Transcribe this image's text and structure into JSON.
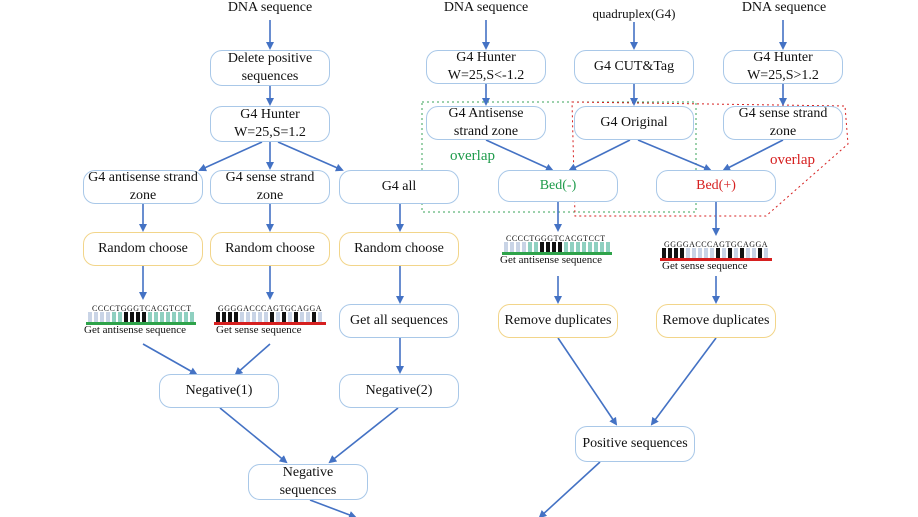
{
  "left": {
    "top_text": "DNA sequence",
    "delete_positive": "Delete positive sequences",
    "g4_hunter": "G4 Hunter W=25,S=1.2",
    "antisense_zone": "G4 antisense strand zone",
    "sense_zone": "G4 sense strand zone",
    "g4_all": "G4 all",
    "random_choose_1": "Random choose",
    "random_choose_2": "Random choose",
    "random_choose_3": "Random choose",
    "antisense_seq": {
      "letters": "CCCCTGGGTCACGTCCT",
      "caption": "Get antisense sequence"
    },
    "sense_seq": {
      "letters": "GGGGACCCAGTGCAGGA",
      "caption": "Get sense sequence"
    },
    "get_all": "Get all sequences",
    "negative_1": "Negative(1)",
    "negative_2": "Negative(2)",
    "negative": "Negative sequences"
  },
  "right": {
    "top_left_text": "DNA sequence",
    "top_mid_text": "quadruplex(G4)",
    "top_right_text": "DNA sequence",
    "g4_hunter_neg": "G4 Hunter W=25,S<-1.2",
    "g4_cut_tag": "G4 CUT&Tag",
    "g4_hunter_pos": "G4 Hunter W=25,S>1.2",
    "antisense_zone": "G4 Antisense strand zone",
    "g4_original": "G4 Original",
    "sense_zone": "G4 sense strand zone",
    "overlap_green": "overlap",
    "overlap_red": "overlap",
    "bed_minus": "Bed(-)",
    "bed_plus": "Bed(+)",
    "antisense_seq": {
      "letters": "CCCCTGGGTCACGTCCT",
      "caption": "Get antisense sequence"
    },
    "sense_seq": {
      "letters": "GGGGACCCAGTGCAGGA",
      "caption": "Get sense sequence"
    },
    "remove_dup_1": "Remove duplicates",
    "remove_dup_2": "Remove duplicates",
    "positive": "Positive sequences"
  },
  "colors": {
    "arrow": "#4472c4",
    "box_border": "#a9c8e8",
    "yellow_border": "#f2d58a",
    "green": "#1e9b4b",
    "red": "#d62020"
  },
  "icons": [
    "arrow-icon"
  ]
}
